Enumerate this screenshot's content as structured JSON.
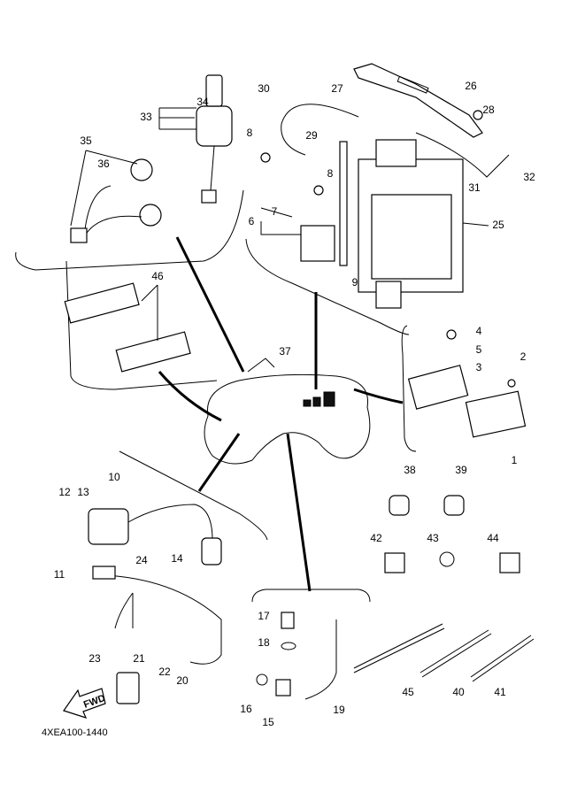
{
  "diagram": {
    "footer_code": "4XEA100-1440",
    "fwd_label": "FWD",
    "callouts": [
      "34",
      "33",
      "35",
      "36",
      "30",
      "27",
      "26",
      "28",
      "8",
      "29",
      "8",
      "31",
      "32",
      "7",
      "6",
      "25",
      "9",
      "46",
      "37",
      "4",
      "5",
      "3",
      "2",
      "1",
      "38",
      "39",
      "10",
      "12",
      "13",
      "11",
      "14",
      "24",
      "42",
      "43",
      "44",
      "17",
      "18",
      "23",
      "21",
      "22",
      "20",
      "16",
      "15",
      "19",
      "45",
      "40",
      "41"
    ]
  }
}
